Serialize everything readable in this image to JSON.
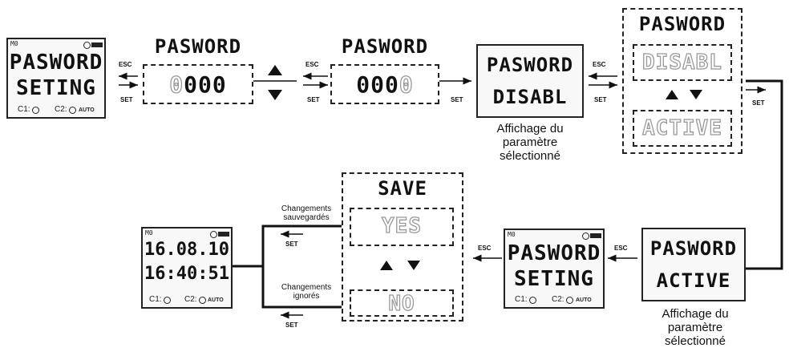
{
  "labels": {
    "esc": "ESC",
    "set": "SET",
    "indicator_top": "M0",
    "c1": "C1:",
    "c2": "C2:",
    "auto": "AUTO"
  },
  "screens": {
    "pasword_seting_1": {
      "line1": "PASWORD",
      "line2": "SETING"
    },
    "password_entry_1": {
      "title": "PASWORD",
      "digit_active": "0",
      "digits": "000"
    },
    "password_entry_2": {
      "title": "PASWORD",
      "digits": "000",
      "digit_active": "0"
    },
    "pasword_disabl": {
      "line1": "PASWORD",
      "line2": "DISABL"
    },
    "select_list": {
      "title": "PASWORD",
      "opt1": "DISABL",
      "opt2": "ACTIVE"
    },
    "pasword_active": {
      "line1": "PASWORD",
      "line2": "ACTIVE"
    },
    "pasword_seting_2": {
      "line1": "PASWORD",
      "line2": "SETING"
    },
    "save": {
      "title": "SAVE",
      "opt_yes": "YES",
      "opt_no": "NO"
    },
    "clock": {
      "date": "16.08.10",
      "time": "16:40:51"
    }
  },
  "captions": {
    "top": [
      "Affichage du",
      "paramètre",
      "sélectionné"
    ],
    "bottom": [
      "Affichage du",
      "paramètre",
      "sélectionné"
    ],
    "saved": [
      "Changements",
      "sauvegardés"
    ],
    "ignored": [
      "Changements",
      "ignorés"
    ]
  }
}
